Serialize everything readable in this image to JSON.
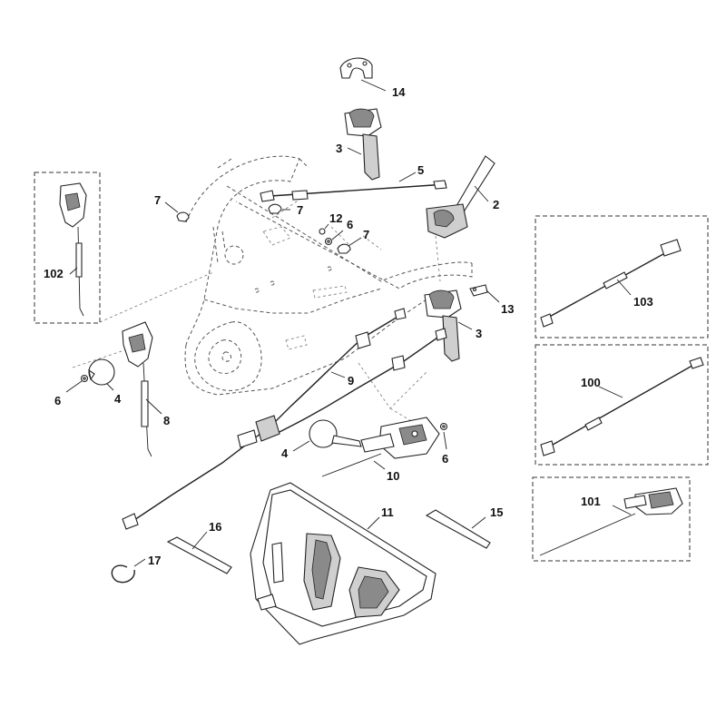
{
  "callouts": {
    "c14": "14",
    "c3a": "3",
    "c5": "5",
    "c2": "2",
    "c7a": "7",
    "c7b": "7",
    "c12": "12",
    "c6a": "6",
    "c7c": "7",
    "c13": "13",
    "c3b": "3",
    "c102": "102",
    "c6b": "6",
    "c4a": "4",
    "c8": "8",
    "c9": "9",
    "c4b": "4",
    "c10": "10",
    "c6c": "6",
    "c103": "103",
    "c100": "100",
    "c101": "101",
    "c11": "11",
    "c15": "15",
    "c16": "16",
    "c17": "17"
  }
}
